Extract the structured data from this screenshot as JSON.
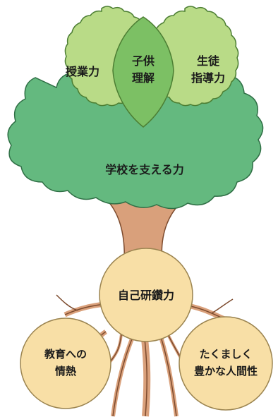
{
  "tree": {
    "canopy_label": "学校を支える力",
    "top_circles": {
      "left": [
        "授業力"
      ],
      "center": [
        "子供",
        "理解"
      ],
      "right": [
        "生徒",
        "指導力"
      ]
    },
    "roots": {
      "center": [
        "自己研鑽力"
      ],
      "left": [
        "教育への",
        "情熱"
      ],
      "right": [
        "たくましく",
        "豊かな人間性"
      ]
    }
  },
  "colors": {
    "canopy": "#64b97f",
    "canopy_stroke": "#2f6f45",
    "circle_light": "#b9db87",
    "circle_mid": "#7cc064",
    "circle_stroke": "#4c7e33",
    "trunk": "#d9a07b",
    "trunk_stroke": "#7d4b2e",
    "root_circle": "#f8dfa6",
    "root_circle_stroke": "#9b8450"
  }
}
